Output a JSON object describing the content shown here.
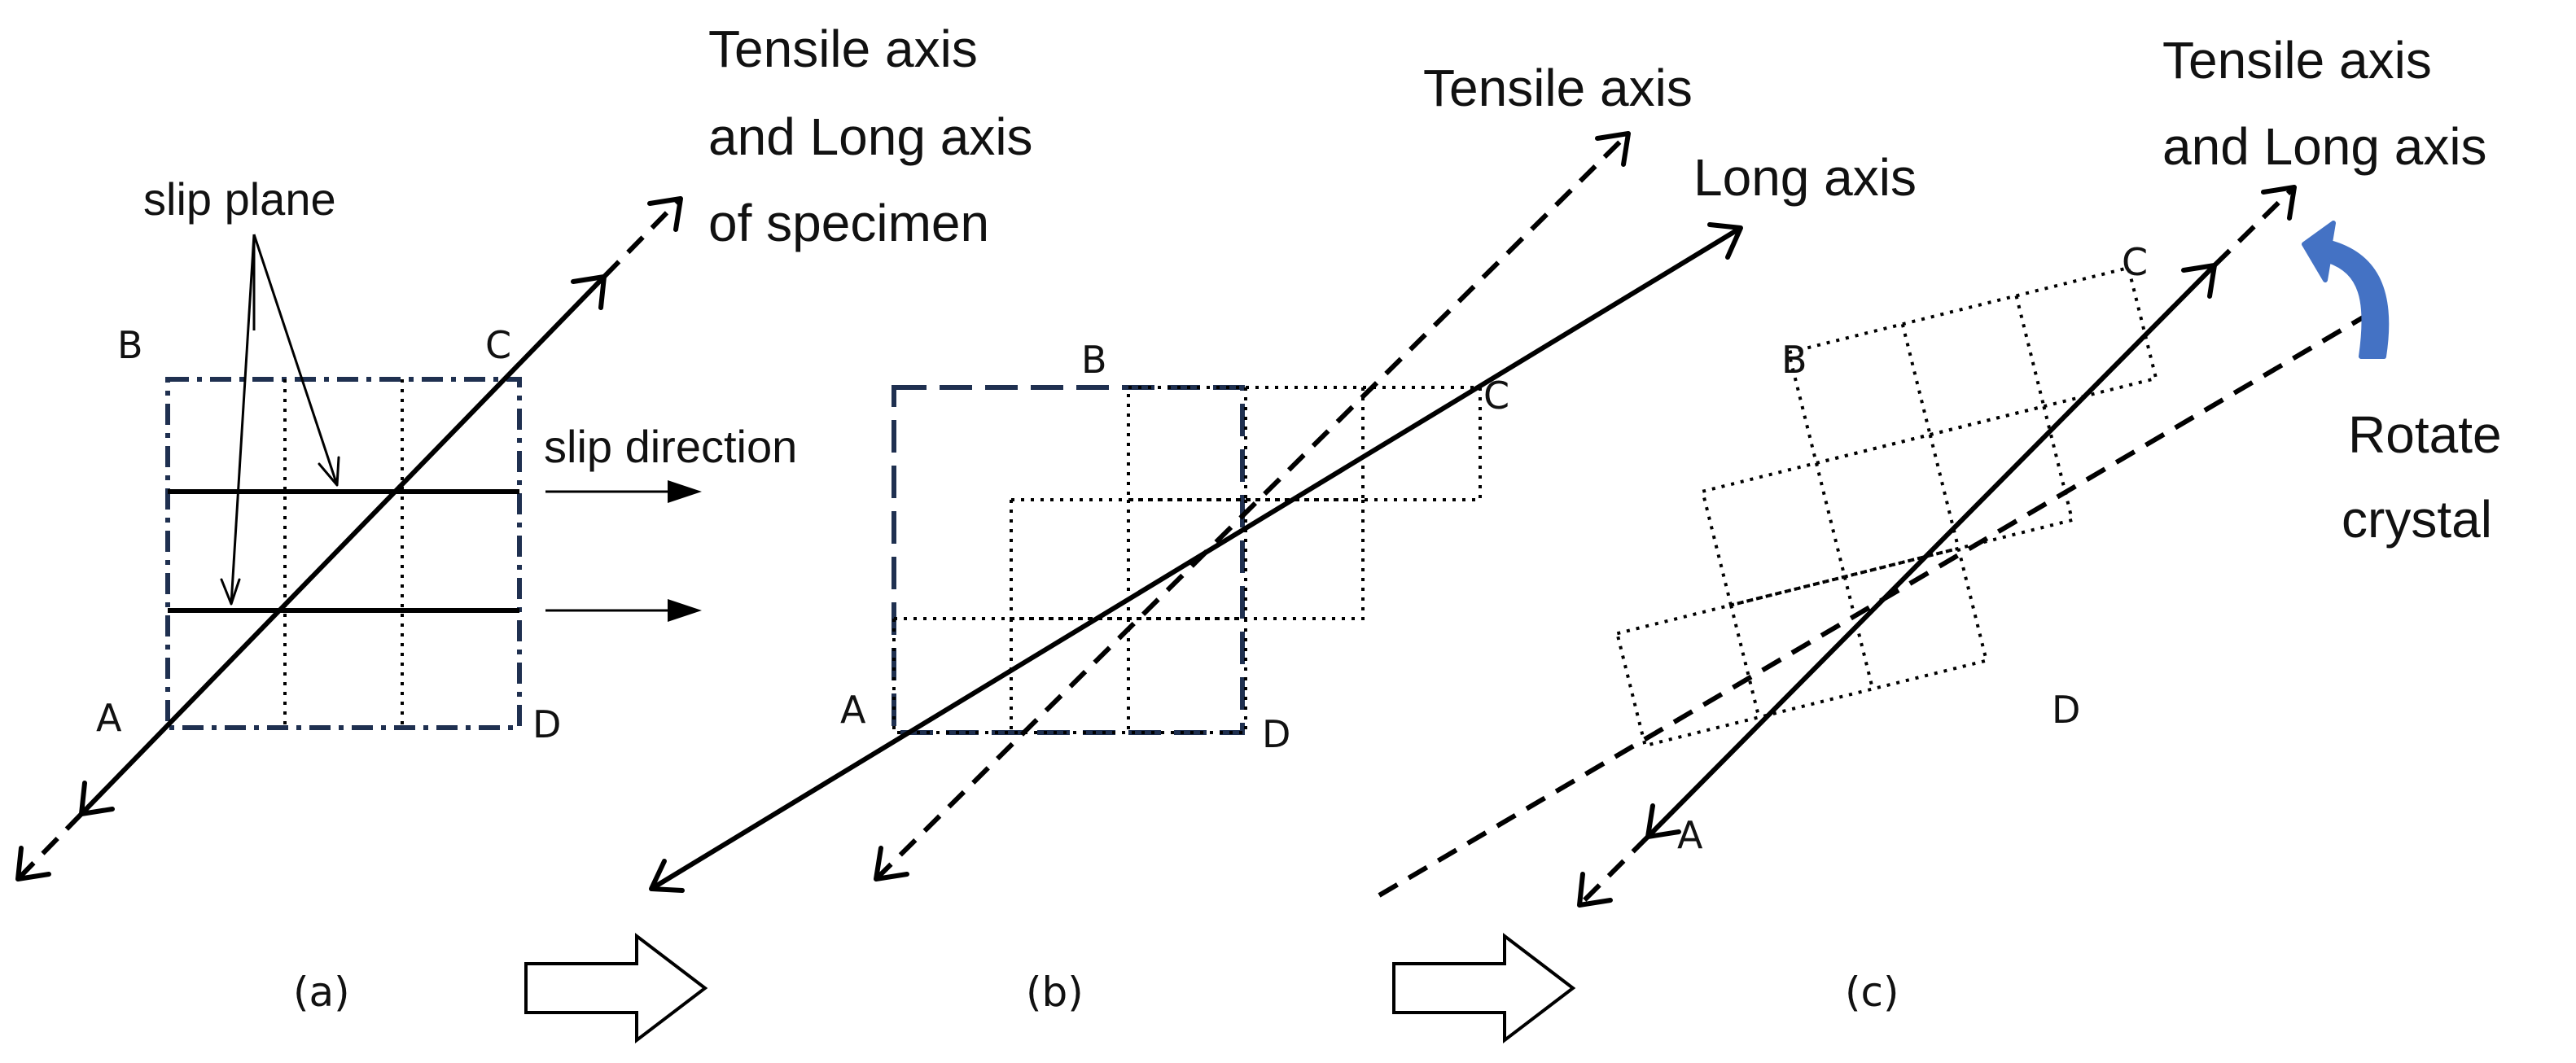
{
  "panel_a": {
    "tensile_long_axis_label_lines": [
      "Tensile axis",
      "and Long axis",
      "of specimen"
    ],
    "slip_plane_label": "slip plane",
    "slip_direction_label": "slip direction",
    "point_a": "A",
    "point_b": "B",
    "point_c": "C",
    "point_d": "D",
    "caption": "(a)"
  },
  "panel_b": {
    "tensile_axis_label": "Tensile axis",
    "long_axis_label": "Long axis",
    "point_a": "A",
    "point_b": "B",
    "point_c": "C",
    "point_d": "D",
    "caption": "(b)"
  },
  "panel_c": {
    "tensile_long_axis_label_lines": [
      "Tensile axis",
      "and Long axis"
    ],
    "rotate_label_lines": [
      "Rotate",
      "crystal"
    ],
    "point_a": "A",
    "point_b": "B",
    "point_c": "C",
    "point_d": "D",
    "caption": "(c)"
  },
  "colors": {
    "rotate_arrow": "#4472c4",
    "box_outline": "#1f3050",
    "lines": "#000000"
  },
  "icons": {
    "transition_arrow": "right-hollow-arrow-icon",
    "rotate_arrow": "curved-rotate-arrow-icon"
  }
}
